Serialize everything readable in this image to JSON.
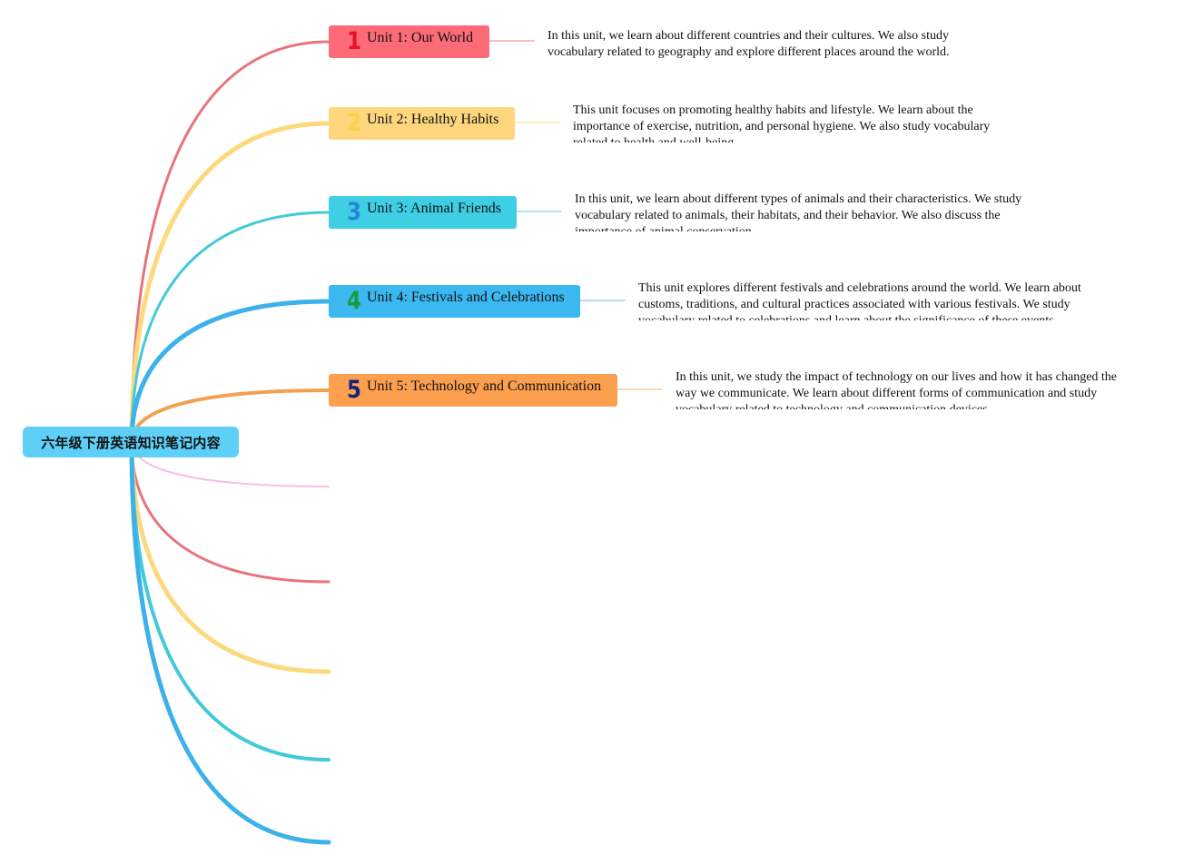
{
  "root": {
    "title": "六年级下册英语知识笔记内容",
    "color": "#5ed0f8"
  },
  "units": [
    {
      "number": "1",
      "title": "Unit 1: Our World",
      "description": "In this unit, we learn about different countries and their cultures. We also study vocabulary related to geography and explore different places around the world.",
      "box_color": "#fe6b78",
      "number_color": "#e8112d",
      "branch_color": "#e8737b",
      "connector_color": "#f4a5ab"
    },
    {
      "number": "2",
      "title": "Unit 2: Healthy Habits",
      "description": "This unit focuses on promoting healthy habits and lifestyle. We learn about the importance of exercise, nutrition, and personal hygiene. We also study vocabulary related to health and well-being.",
      "box_color": "#fdd67d",
      "number_color": "#fccf4d",
      "branch_color": "#fbd97c",
      "connector_color": "#fde7b5"
    },
    {
      "number": "3",
      "title": "Unit 3: Animal Friends",
      "description": "In this unit, we learn about different types of animals and their characteristics. We study vocabulary related to animals, their habitats, and their behavior. We also discuss the importance of animal conservation.",
      "box_color": "#3fcfe4",
      "number_color": "#2a83d6",
      "branch_color": "#44c9db",
      "connector_color": "#96e0ea"
    },
    {
      "number": "4",
      "title": "Unit 4: Festivals and Celebrations",
      "description": "This unit explores different festivals and celebrations around the world. We learn about customs, traditions, and cultural practices associated with various festivals. We study vocabulary related to celebrations and learn about the significance of these events.",
      "box_color": "#3cb8f1",
      "number_color": "#1a9a3e",
      "branch_color": "#3cb1ea",
      "connector_color": "#95d6f4"
    },
    {
      "number": "5",
      "title": "Unit 5: Technology and Communication",
      "description": "In this unit, we study the impact of technology on our lives and how it has changed the way we communicate. We learn about different forms of communication and study vocabulary related to technology and communication devices.",
      "box_color": "#fca04f",
      "number_color": "#15237a",
      "branch_color": "#f2a052",
      "connector_color": "#f9cd9e"
    }
  ],
  "empty_branches": [
    {
      "color": "#f5bfe3"
    },
    {
      "color": "#e8737b"
    },
    {
      "color": "#fbd97c"
    },
    {
      "color": "#44c9db"
    },
    {
      "color": "#3cb1ea"
    }
  ]
}
